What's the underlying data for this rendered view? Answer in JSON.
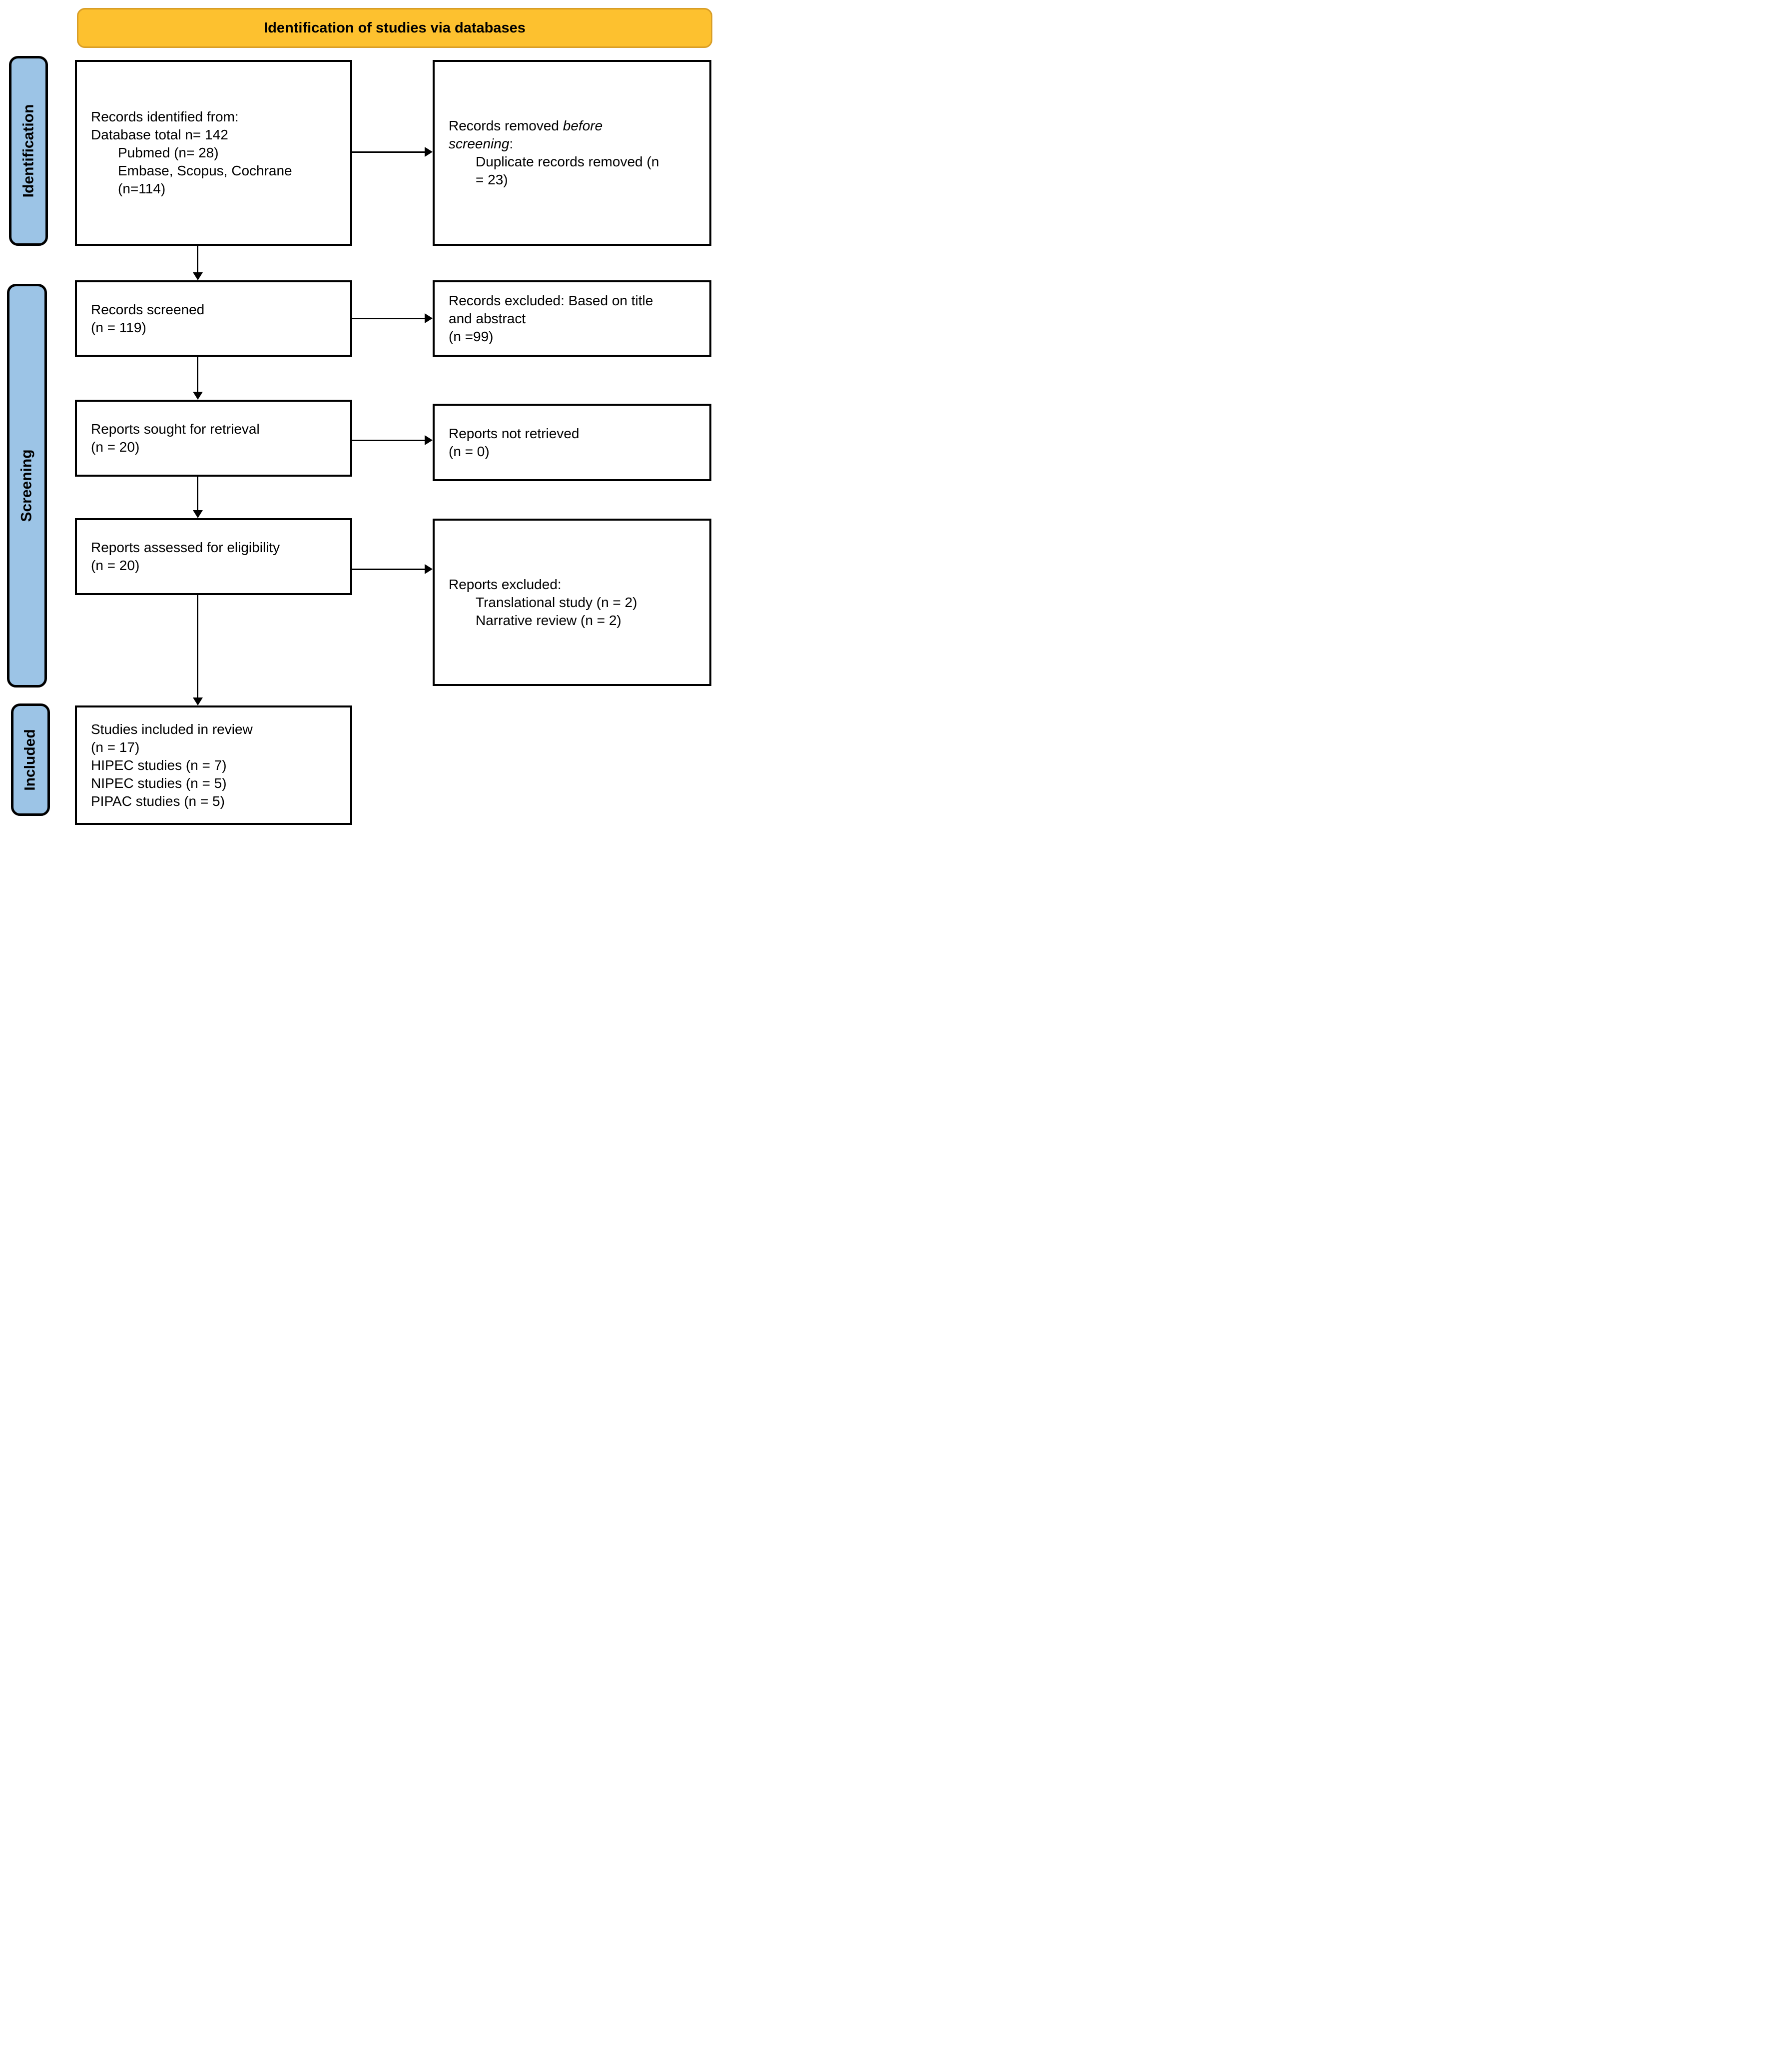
{
  "banner": {
    "title": "Identification of studies via databases"
  },
  "colors": {
    "banner_bg": "#FDC12F",
    "banner_border": "#D99E26",
    "sidebar_bg": "#9CC4E6",
    "line_color": "#000000"
  },
  "sidebars": {
    "identification": "Identification",
    "screening": "Screening",
    "included": "Included"
  },
  "boxes": {
    "records_identified": {
      "l1": "Records identified from:",
      "l2": "Database total n= 142",
      "l3": "Pubmed (n= 28)",
      "l4": "Embase, Scopus, Cochrane",
      "l5": "(n=114)"
    },
    "records_removed": {
      "l1_normal": "Records removed ",
      "l1_italic": "before",
      "l2_italic": "screening",
      "l2_suffix": ":",
      "l3": "Duplicate records removed (n",
      "l4": "= 23)"
    },
    "records_screened": {
      "l1": "Records screened",
      "l2": "(n = 119)"
    },
    "records_excluded": {
      "l1": "Records excluded: Based on title",
      "l2": "and abstract",
      "l3": "(n =99)"
    },
    "reports_sought": {
      "l1": "Reports sought for retrieval",
      "l2": "(n = 20)"
    },
    "reports_not_retrieved": {
      "l1": "Reports not retrieved",
      "l2": "(n = 0)"
    },
    "reports_assessed": {
      "l1": "Reports assessed for eligibility",
      "l2": "(n = 20)"
    },
    "reports_excluded": {
      "l1": "Reports excluded:",
      "l2": "Translational study (n = 2)",
      "l3": "Narrative review (n = 2)"
    },
    "studies_included": {
      "l1": "Studies included in review",
      "l2": "(n = 17)",
      "l3": "HIPEC studies (n = 7)",
      "l4": "NIPEC studies (n = 5)",
      "l5": "PIPAC studies (n = 5)"
    }
  }
}
